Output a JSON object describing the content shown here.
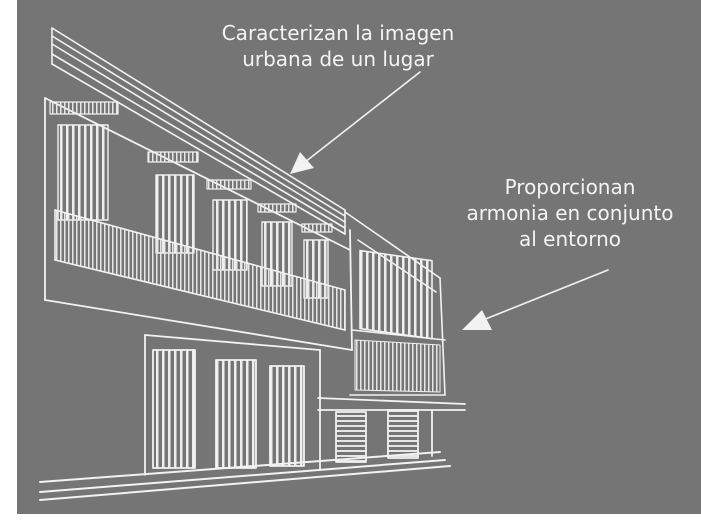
{
  "annotations": {
    "top_label": [
      "Caracterizan la imagen",
      "urbana de un lugar"
    ],
    "right_label": [
      "Proporcionan",
      "armonia en conjunto",
      "al entorno"
    ]
  },
  "colors": {
    "background": "#757575",
    "linework": "#f2f2f2",
    "text": "#f4f4f4"
  }
}
